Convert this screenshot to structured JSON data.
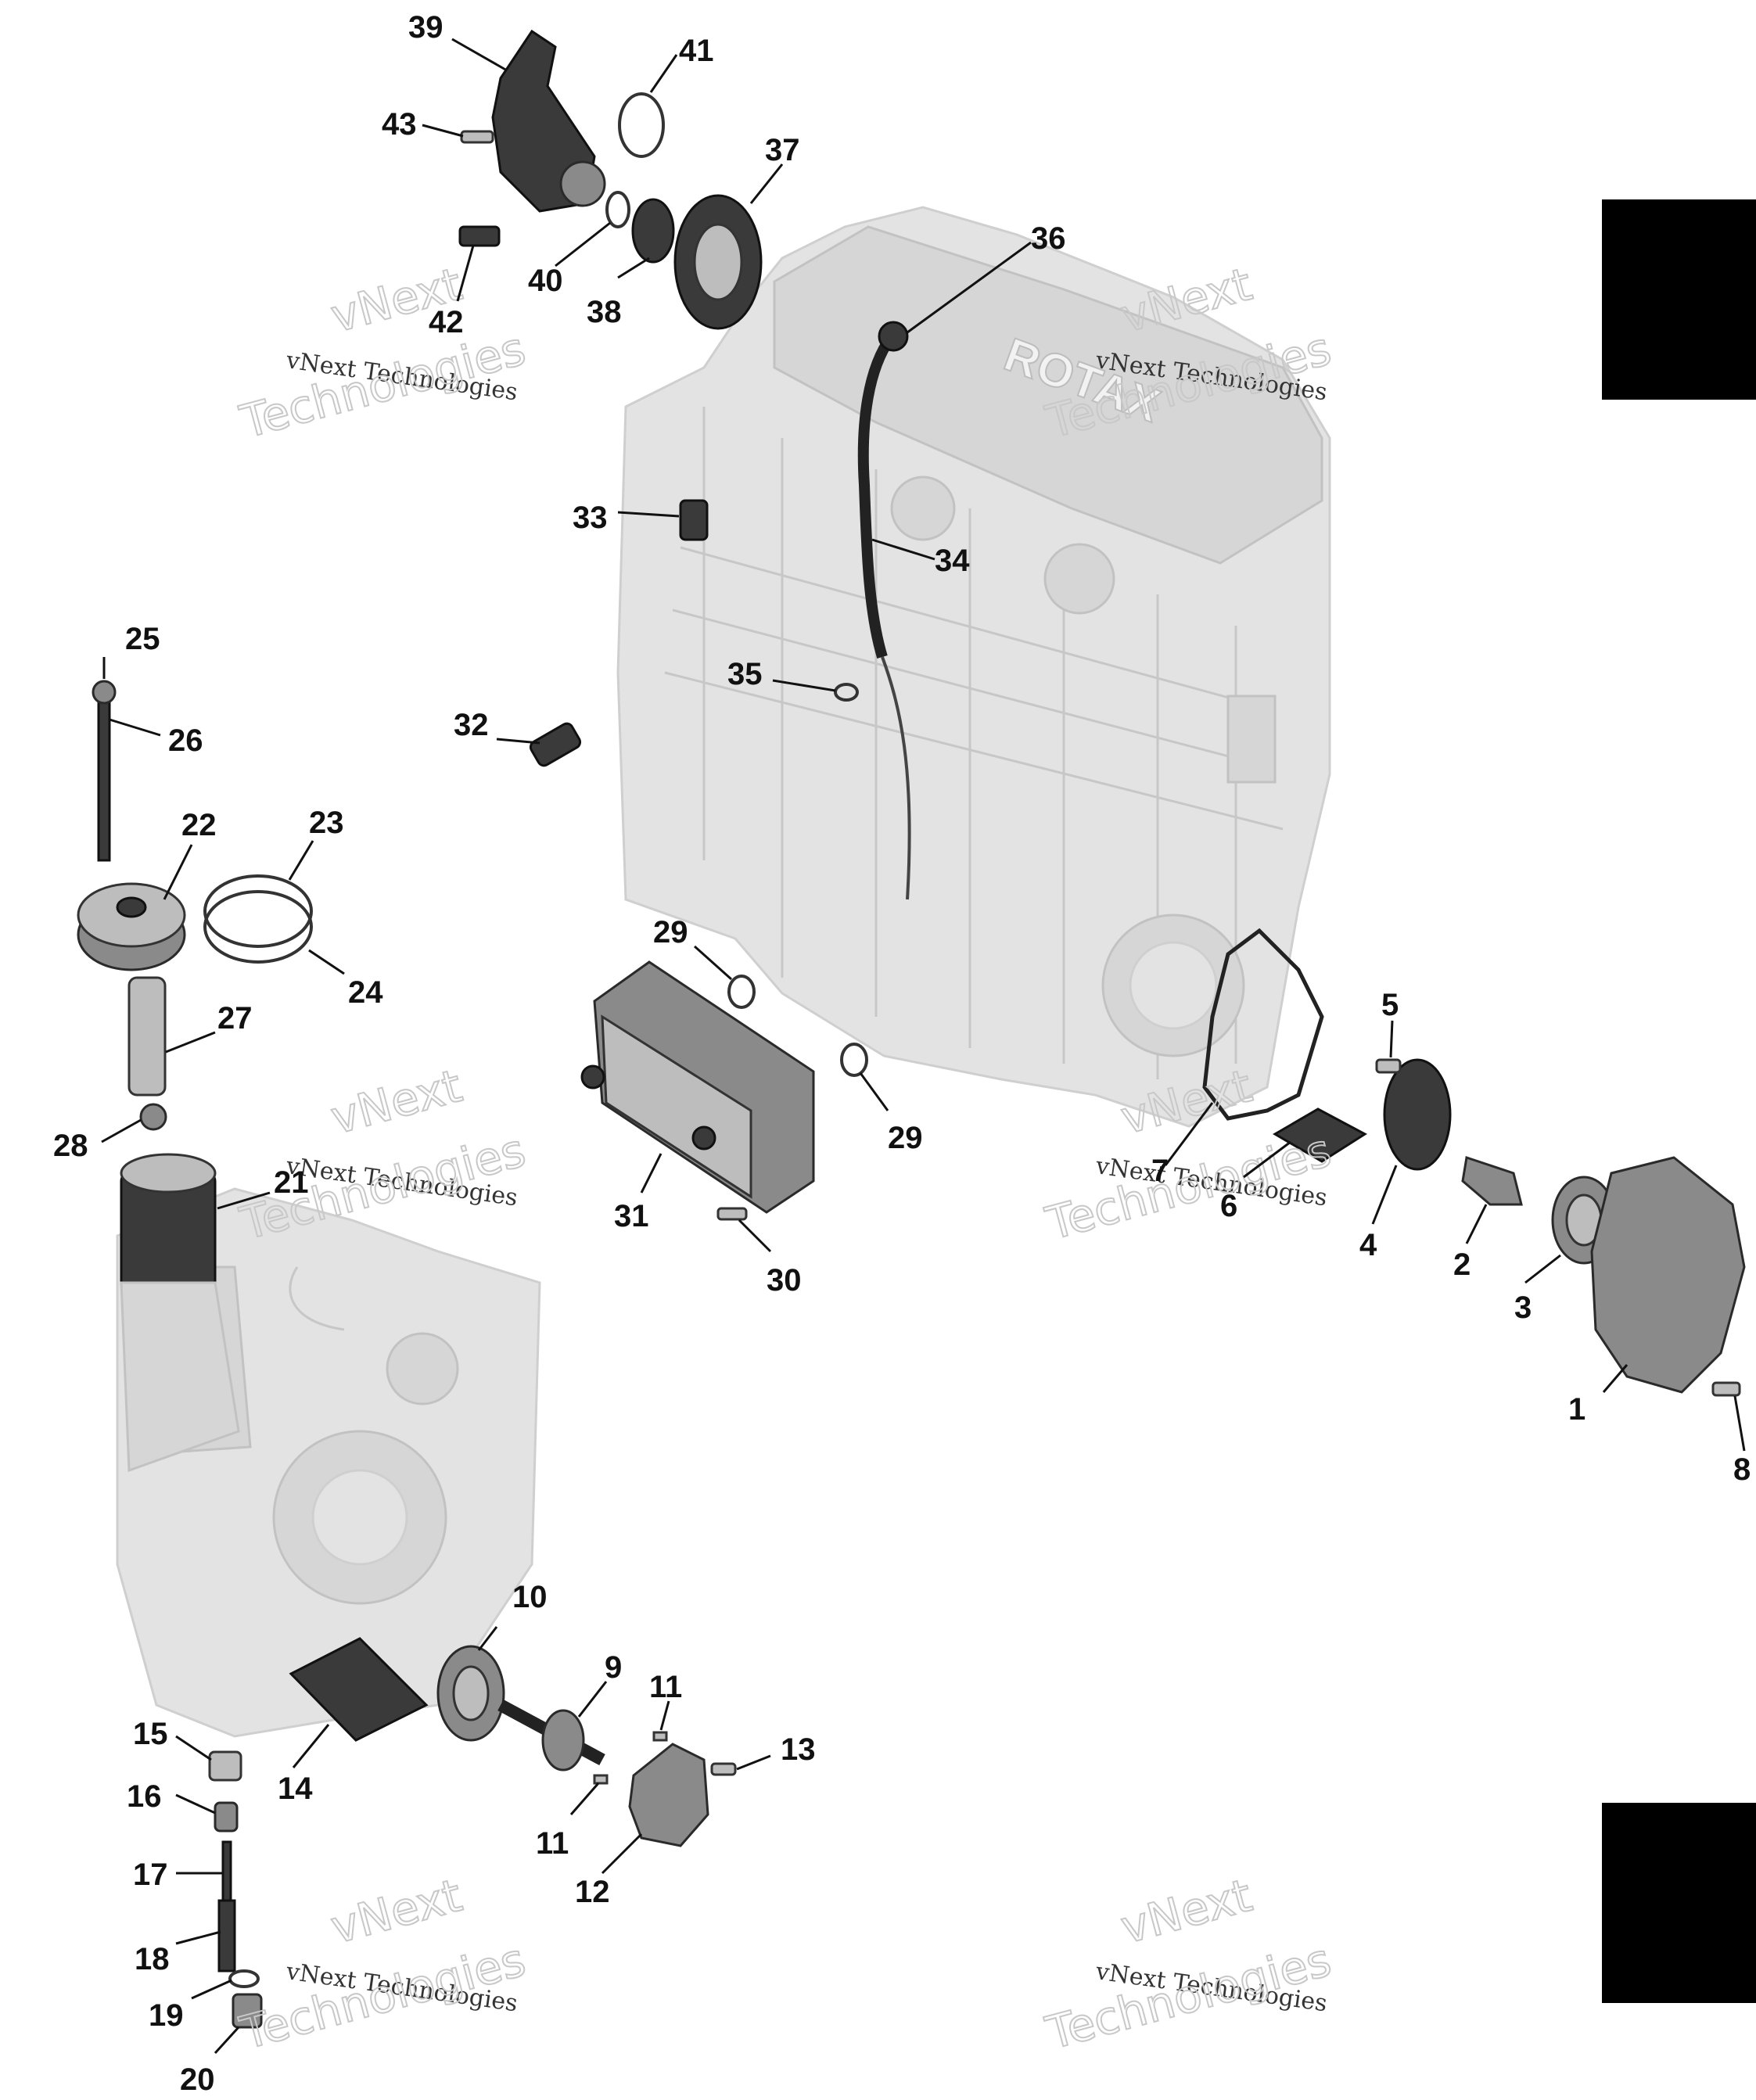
{
  "diagram": {
    "watermark_small": "vNext Technologies",
    "watermark_big_top": "vNext",
    "watermark_big_bottom": "Technologies",
    "brand_mark": "ROTAX",
    "callouts": [
      {
        "id": "c1",
        "label": "1"
      },
      {
        "id": "c2",
        "label": "2"
      },
      {
        "id": "c3",
        "label": "3"
      },
      {
        "id": "c4",
        "label": "4"
      },
      {
        "id": "c5",
        "label": "5"
      },
      {
        "id": "c6",
        "label": "6"
      },
      {
        "id": "c7",
        "label": "7"
      },
      {
        "id": "c8",
        "label": "8"
      },
      {
        "id": "c9",
        "label": "9"
      },
      {
        "id": "c10",
        "label": "10"
      },
      {
        "id": "c11a",
        "label": "11"
      },
      {
        "id": "c11b",
        "label": "11"
      },
      {
        "id": "c12",
        "label": "12"
      },
      {
        "id": "c13",
        "label": "13"
      },
      {
        "id": "c14",
        "label": "14"
      },
      {
        "id": "c15",
        "label": "15"
      },
      {
        "id": "c16",
        "label": "16"
      },
      {
        "id": "c17",
        "label": "17"
      },
      {
        "id": "c18",
        "label": "18"
      },
      {
        "id": "c19",
        "label": "19"
      },
      {
        "id": "c20",
        "label": "20"
      },
      {
        "id": "c21",
        "label": "21"
      },
      {
        "id": "c22",
        "label": "22"
      },
      {
        "id": "c23",
        "label": "23"
      },
      {
        "id": "c24",
        "label": "24"
      },
      {
        "id": "c25",
        "label": "25"
      },
      {
        "id": "c26",
        "label": "26"
      },
      {
        "id": "c27",
        "label": "27"
      },
      {
        "id": "c28",
        "label": "28"
      },
      {
        "id": "c29a",
        "label": "29"
      },
      {
        "id": "c29b",
        "label": "29"
      },
      {
        "id": "c30",
        "label": "30"
      },
      {
        "id": "c31",
        "label": "31"
      },
      {
        "id": "c32",
        "label": "32"
      },
      {
        "id": "c33",
        "label": "33"
      },
      {
        "id": "c34",
        "label": "34"
      },
      {
        "id": "c35",
        "label": "35"
      },
      {
        "id": "c36",
        "label": "36"
      },
      {
        "id": "c37",
        "label": "37"
      },
      {
        "id": "c38",
        "label": "38"
      },
      {
        "id": "c39",
        "label": "39"
      },
      {
        "id": "c40",
        "label": "40"
      },
      {
        "id": "c41",
        "label": "41"
      },
      {
        "id": "c42",
        "label": "42"
      },
      {
        "id": "c43",
        "label": "43"
      }
    ]
  }
}
